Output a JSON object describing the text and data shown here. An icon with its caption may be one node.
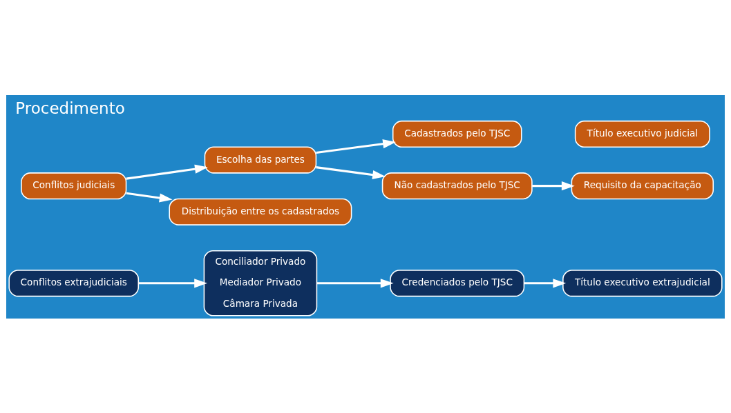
{
  "diagram": {
    "title": "Procedimento",
    "nodes": [
      {
        "text": [
          "Conflitos extrajudiciais"
        ]
      },
      {
        "text": [
          "Conciliador Privado",
          "Mediador Privado",
          "Câmara Privada"
        ]
      },
      {
        "text": [
          "Credenciados pelo TJSC"
        ]
      },
      {
        "text": [
          "Título executivo extrajudicial"
        ]
      },
      {
        "text": [
          "Conflitos judiciais"
        ]
      },
      {
        "text": [
          "Escolha das partes"
        ]
      },
      {
        "text": [
          "Cadastrados pelo TJSC"
        ]
      },
      {
        "text": [
          "Não cadastrados pelo TJSC"
        ]
      },
      {
        "text": [
          "Requisito da capacitação"
        ]
      },
      {
        "text": [
          "Distribuição entre os cadastrados"
        ]
      },
      {
        "text": [
          "Título executivo judicial"
        ]
      }
    ],
    "edges": [
      {
        "from": 0,
        "to": 1,
        "arrow": "to"
      },
      {
        "from": 1,
        "to": 2,
        "arrow": "to"
      },
      {
        "from": 2,
        "to": 3,
        "arrow": "to"
      },
      {
        "from": 4,
        "to": 5,
        "arrow": "to"
      },
      {
        "from": 4,
        "to": 9,
        "arrow": "to"
      },
      {
        "from": 5,
        "to": 6,
        "arrow": "to"
      },
      {
        "from": 5,
        "to": 7,
        "arrow": "to"
      },
      {
        "from": 7,
        "to": 8,
        "arrow": "to"
      }
    ]
  }
}
